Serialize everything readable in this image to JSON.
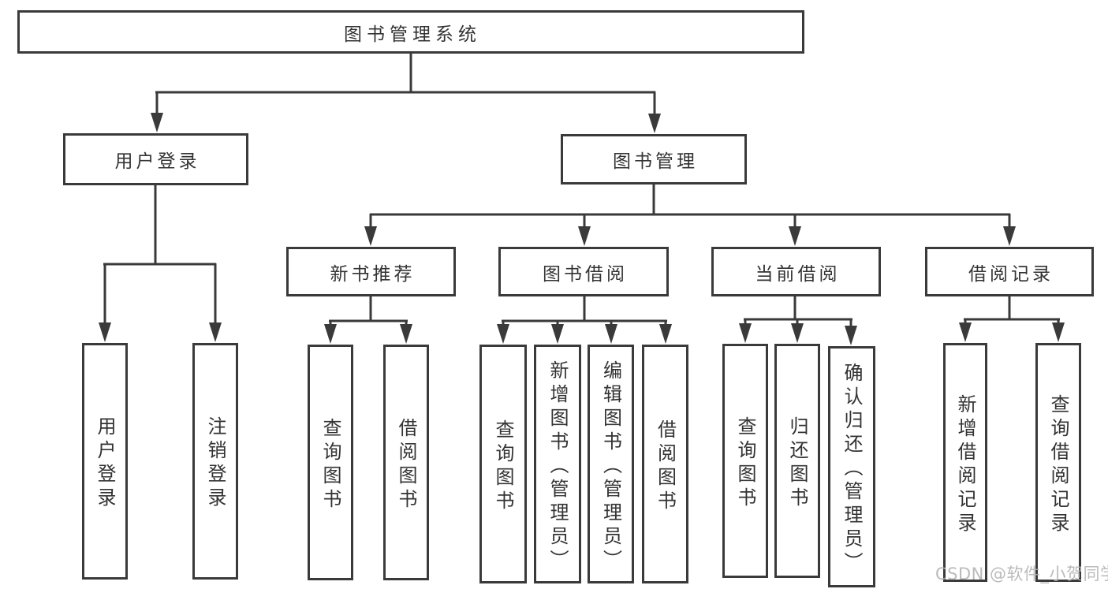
{
  "diagram": {
    "root": {
      "label": "图书管理系统"
    },
    "level2": [
      {
        "id": "user-login",
        "label": "用户登录"
      },
      {
        "id": "book-management",
        "label": "图书管理"
      }
    ],
    "level3": [
      {
        "id": "new-book-recommend",
        "label": "新书推荐",
        "parent": "图书管理"
      },
      {
        "id": "book-borrowing",
        "label": "图书借阅",
        "parent": "图书管理"
      },
      {
        "id": "current-borrowing",
        "label": "当前借阅",
        "parent": "图书管理"
      },
      {
        "id": "borrowing-records",
        "label": "借阅记录",
        "parent": "图书管理"
      }
    ],
    "leaves": [
      {
        "label": "用户登录",
        "parent": "用户登录"
      },
      {
        "label": "注销登录",
        "parent": "用户登录"
      },
      {
        "label": "查询图书",
        "parent": "新书推荐"
      },
      {
        "label": "借阅图书",
        "parent": "新书推荐"
      },
      {
        "label": "查询图书",
        "parent": "图书借阅"
      },
      {
        "label": "新增图书（管理员）",
        "parent": "图书借阅"
      },
      {
        "label": "编辑图书（管理员）",
        "parent": "图书借阅"
      },
      {
        "label": "借阅图书",
        "parent": "图书借阅"
      },
      {
        "label": "查询图书",
        "parent": "当前借阅"
      },
      {
        "label": "归还图书",
        "parent": "当前借阅"
      },
      {
        "label": "确认归还（管理员）",
        "parent": "当前借阅"
      },
      {
        "label": "新增借阅记录",
        "parent": "借阅记录"
      },
      {
        "label": "查询借阅记录",
        "parent": "借阅记录"
      }
    ],
    "watermark": "CSDN @软件_小贺同学",
    "colors": {
      "line": "#3a3a3a",
      "text": "#333333",
      "watermark": "#b2b2b2",
      "background": "#ffffff"
    }
  }
}
